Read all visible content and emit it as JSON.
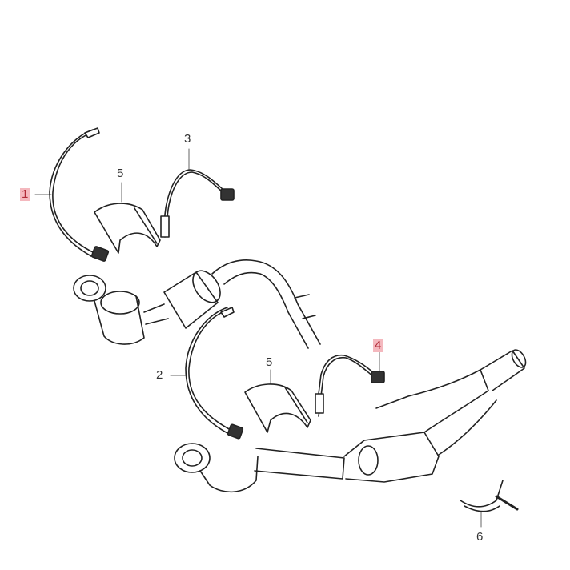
{
  "diagram": {
    "type": "exploded-parts-diagram",
    "subject": "exhaust catalytic converters and oxygen sensors",
    "highlight_color": "#f4b8be",
    "line_color": "#222222",
    "callouts": [
      {
        "id": "1",
        "label": "1",
        "highlighted": true
      },
      {
        "id": "2",
        "label": "2",
        "highlighted": false
      },
      {
        "id": "3",
        "label": "3",
        "highlighted": false
      },
      {
        "id": "4",
        "label": "4",
        "highlighted": true
      },
      {
        "id": "5a",
        "label": "5",
        "highlighted": false
      },
      {
        "id": "5b",
        "label": "5",
        "highlighted": false
      },
      {
        "id": "6",
        "label": "6",
        "highlighted": false
      }
    ]
  }
}
